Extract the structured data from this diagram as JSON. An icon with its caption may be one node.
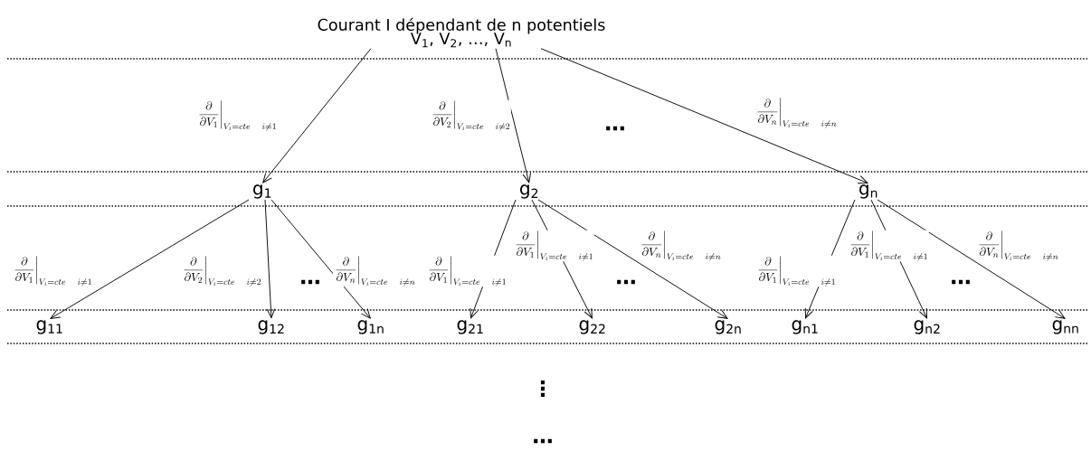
{
  "diagram": {
    "nodes": [
      {
        "text": [
          "Courant I dépendant de n potentiels",
          "V$_{1}$, V$_{2}$, …, V$_{n}$"
        ]
      },
      {
        "text": [
          "g$_{1}$"
        ]
      },
      {
        "text": [
          "g$_{2}$"
        ]
      },
      {
        "text": [
          "g$_{n}$"
        ]
      },
      {
        "text": [
          "g$_{11}$"
        ]
      },
      {
        "text": [
          "g$_{12}$"
        ]
      },
      {
        "text": [
          "g$_{1n}$"
        ]
      },
      {
        "text": [
          "g$_{21}$"
        ]
      },
      {
        "text": [
          "g$_{22}$"
        ]
      },
      {
        "text": [
          "g$_{2n}$"
        ]
      },
      {
        "text": [
          "g$_{n1}$"
        ]
      },
      {
        "text": [
          "g$_{n2}$"
        ]
      },
      {
        "text": [
          "g$_{nn}$"
        ]
      }
    ],
    "edges": [
      {
        "from": 0,
        "to": 1,
        "arrow": "to",
        "label": "\\left.\\frac{\\partial}{\\partial V_{1}}\\right|_{V_i=cte\\quad i\\neq 1}"
      },
      {
        "from": 0,
        "to": 2,
        "arrow": "to",
        "label": "\\left.\\frac{\\partial}{\\partial V_{2}}\\right|_{V_i=cte\\quad i\\neq 2}"
      },
      {
        "from": 0,
        "to": 3,
        "arrow": "to",
        "label": "\\left.\\frac{\\partial}{\\partial V_{n}}\\right|_{V_i=cte\\quad i\\neq n}"
      },
      {
        "from": 1,
        "to": 4,
        "arrow": "to",
        "label": "\\left.\\frac{\\partial}{\\partial V_{1}}\\right|_{V_i=cte\\quad i\\neq 1}"
      },
      {
        "from": 1,
        "to": 5,
        "arrow": "to",
        "label": "\\left.\\frac{\\partial}{\\partial V_{2}}\\right|_{V_i=cte\\quad i\\neq 2}"
      },
      {
        "from": 1,
        "to": 6,
        "arrow": "to",
        "label": "\\left.\\frac{\\partial}{\\partial V_{n}}\\right|_{V_i=cte\\quad i\\neq n}"
      },
      {
        "from": 2,
        "to": 7,
        "arrow": "to",
        "label": "\\left.\\frac{\\partial}{\\partial V_{1}}\\right|_{V_i=cte\\quad i\\neq 1}"
      },
      {
        "from": 2,
        "to": 8,
        "arrow": "to",
        "label": "\\left.\\frac{\\partial}{\\partial V_{1}}\\right|_{V_i=cte\\quad i\\neq 1}"
      },
      {
        "from": 2,
        "to": 9,
        "arrow": "to",
        "label": "\\left.\\frac{\\partial}{\\partial V_{n}}\\right|_{V_i=cte\\quad i\\neq n}"
      },
      {
        "from": 3,
        "to": 10,
        "arrow": "to",
        "label": "\\left.\\frac{\\partial}{\\partial V_{1}}\\right|_{V_i=cte\\quad i\\neq 1}"
      },
      {
        "from": 3,
        "to": 11,
        "arrow": "to",
        "label": "\\left.\\frac{\\partial}{\\partial V_{1}}\\right|_{V_i=cte\\quad i\\neq 1}"
      },
      {
        "from": 3,
        "to": 12,
        "arrow": "to",
        "label": "\\left.\\frac{\\partial}{\\partial V_{n}}\\right|_{V_i=cte\\quad i\\neq n}"
      }
    ],
    "labels": [
      "…",
      "…",
      "…",
      "…",
      "⋮",
      "…"
    ]
  }
}
